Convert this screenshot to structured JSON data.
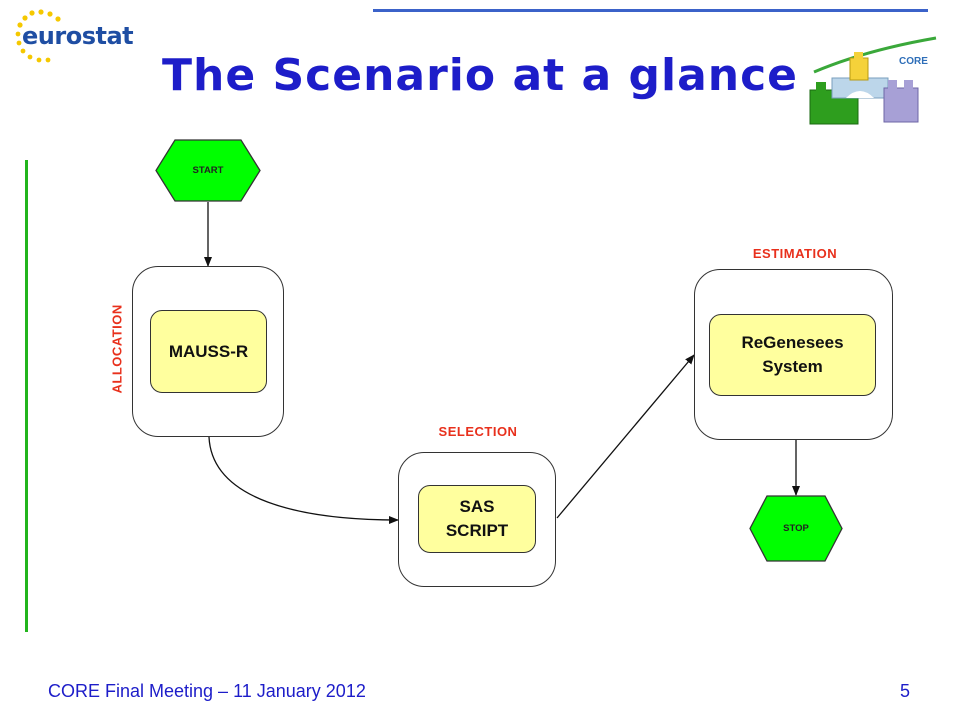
{
  "logo": {
    "text": "eurostat",
    "color": "#1f4ea3"
  },
  "core_logo": {
    "text": "CORE"
  },
  "title": "The Scenario at a glance",
  "terminals": {
    "start": "START",
    "stop": "STOP"
  },
  "stages": {
    "allocation": {
      "label": "ALLOCATION",
      "process": "MAUSS-R"
    },
    "selection": {
      "label": "SELECTION",
      "process": "SAS\nSCRIPT"
    },
    "estimation": {
      "label": "ESTIMATION",
      "process": "ReGenesees\nSystem"
    }
  },
  "footer": {
    "meeting": "CORE Final Meeting – 11 January 2012",
    "page": "5"
  },
  "colors": {
    "title": "#1d1dc9",
    "stage_label": "#e8301c",
    "process_fill": "#ffff9e",
    "terminal_fill": "#00ff00",
    "top_rule": "#3b62c9",
    "left_rule": "#22b51d"
  }
}
